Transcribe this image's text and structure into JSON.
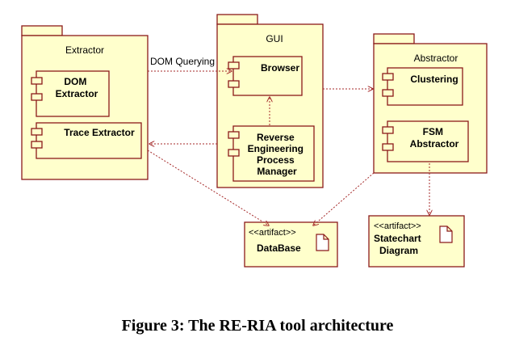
{
  "colors": {
    "fill": "#ffffcc",
    "stroke": "#8b1a1a",
    "arrow": "#a52a2a"
  },
  "packages": {
    "extractor": {
      "title": "Extractor"
    },
    "gui": {
      "title": "GUI"
    },
    "abstractor": {
      "title": "Abstractor"
    }
  },
  "components": {
    "dom_extractor": [
      "DOM",
      "Extractor"
    ],
    "trace_extractor": [
      "Trace Extractor"
    ],
    "browser": [
      "Browser"
    ],
    "repm": [
      "Reverse",
      "Engineering",
      "Process",
      "Manager"
    ],
    "clustering": [
      "Clustering"
    ],
    "fsm_abstractor": [
      "FSM",
      "Abstractor"
    ]
  },
  "artifacts": {
    "database": {
      "stereotype": "<<artifact>>",
      "name": [
        "DataBase"
      ],
      "icon": "document-icon"
    },
    "statechart": {
      "stereotype": "<<artifact>>",
      "name": [
        "Statechart",
        "Diagram"
      ],
      "icon": "document-icon"
    }
  },
  "edges": {
    "dom_querying_label": "DOM Querying"
  },
  "caption": "Figure 3: The RE-RIA tool architecture"
}
